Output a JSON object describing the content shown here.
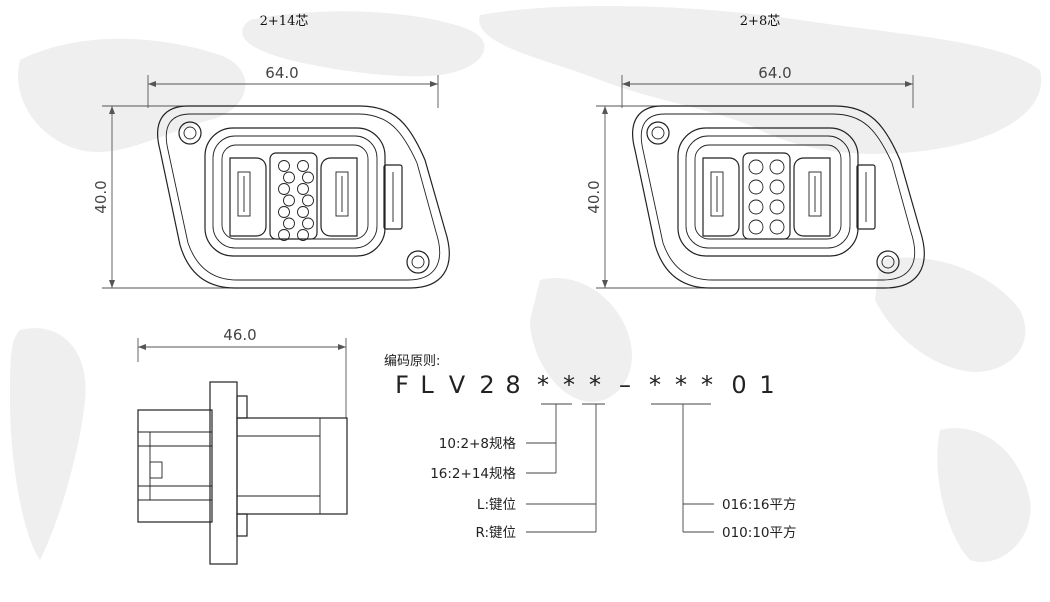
{
  "connectors": [
    {
      "title": "2+14芯",
      "width_label": "64.0",
      "height_label": "40.0",
      "pins": 14
    },
    {
      "title": "2+8芯",
      "width_label": "64.0",
      "height_label": "40.0",
      "pins": 8
    }
  ],
  "side_view": {
    "width_label": "46.0"
  },
  "coding": {
    "header": "编码原则:",
    "code_chars": [
      "F",
      "L",
      "V",
      "2",
      "8",
      "*",
      "*",
      "*",
      "–",
      "*",
      "*",
      "*",
      "0",
      "1"
    ],
    "legend_left": [
      "10:2+8规格",
      "16:2+14规格",
      "L:键位",
      "R:键位"
    ],
    "legend_right": [
      "016:16平方",
      "010:10平方"
    ]
  },
  "colors": {
    "line": "#222222",
    "watermark": "#efefef"
  }
}
